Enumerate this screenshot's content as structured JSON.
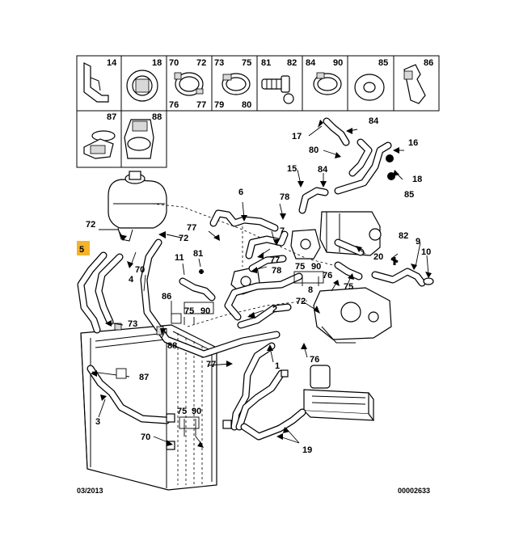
{
  "legend_top": [
    {
      "labels": [
        "14"
      ]
    },
    {
      "labels": [
        "18"
      ]
    },
    {
      "labels": [
        "70",
        "72",
        "76",
        "77"
      ]
    },
    {
      "labels": [
        "73",
        "75",
        "79",
        "80"
      ]
    },
    {
      "labels": [
        "81",
        "82"
      ]
    },
    {
      "labels": [
        "84",
        "90"
      ]
    },
    {
      "labels": [
        "85"
      ]
    },
    {
      "labels": [
        "86"
      ]
    }
  ],
  "legend_bottom": [
    {
      "labels": [
        "87"
      ]
    },
    {
      "labels": [
        "88"
      ]
    }
  ],
  "callouts": {
    "c5": "5",
    "c17": "17",
    "c84a": "84",
    "c80": "80",
    "c16": "16",
    "c18": "18",
    "c15": "15",
    "c84b": "84",
    "c85": "85",
    "c78a": "78",
    "c6": "6",
    "c72a": "72",
    "c77a": "77",
    "c72b": "72",
    "c7": "7",
    "c20": "20",
    "c82": "82",
    "c9": "9",
    "c10": "10",
    "c11": "11",
    "c81": "81",
    "c70a": "70",
    "c4": "4",
    "c77b": "77",
    "c78b": "78",
    "c75a": "75",
    "c90a": "90",
    "c76a": "76",
    "c75b": "75",
    "c8": "8",
    "c72c": "72",
    "c86": "86",
    "c75c": "75",
    "c90b": "90",
    "c2": "2",
    "c73": "73",
    "c88": "88",
    "c77c": "77",
    "c1": "1",
    "c76b": "76",
    "c87": "87",
    "c3": "3",
    "c75d": "75",
    "c90c": "90",
    "c70b": "70",
    "c19": "19"
  },
  "footer": {
    "date": "03/2013",
    "code": "00002633"
  }
}
